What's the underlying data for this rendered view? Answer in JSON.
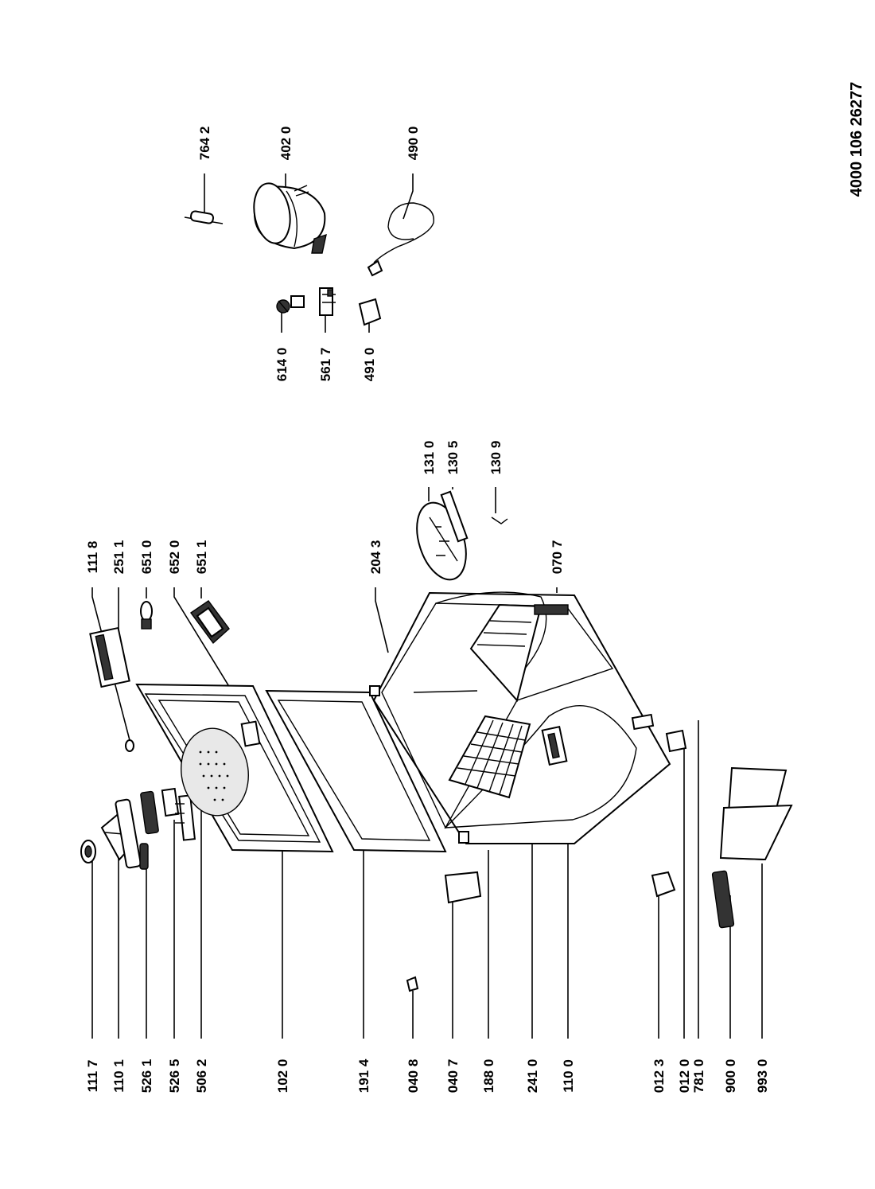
{
  "document": {
    "code": "4000 106 26277"
  },
  "labels": {
    "l1117": "111 7",
    "l1101": "110 1",
    "l5261": "526 1",
    "l5265": "526 5",
    "l5062": "506 2",
    "l1020": "102 0",
    "l1914": "191 4",
    "l0408": "040 8",
    "l0407": "040 7",
    "l1880": "188 0",
    "l2410": "241 0",
    "l1100": "110 0",
    "l0123": "012 3",
    "l0120": "012 0",
    "l7810": "781 0",
    "l9000": "900 0",
    "l9930": "993 0",
    "l1118": "111 8",
    "l2511": "251 1",
    "l6510": "651 0",
    "l6520": "652 0",
    "l6511": "651 1",
    "l2043": "204 3",
    "l0707": "070 7",
    "l1310": "131 0",
    "l1305": "130 5",
    "l1309": "130 9",
    "l6140": "614 0",
    "l5617": "561 7",
    "l4910": "491 0",
    "l7642": "764 2",
    "l4020": "402 0",
    "l4900": "490 0"
  }
}
